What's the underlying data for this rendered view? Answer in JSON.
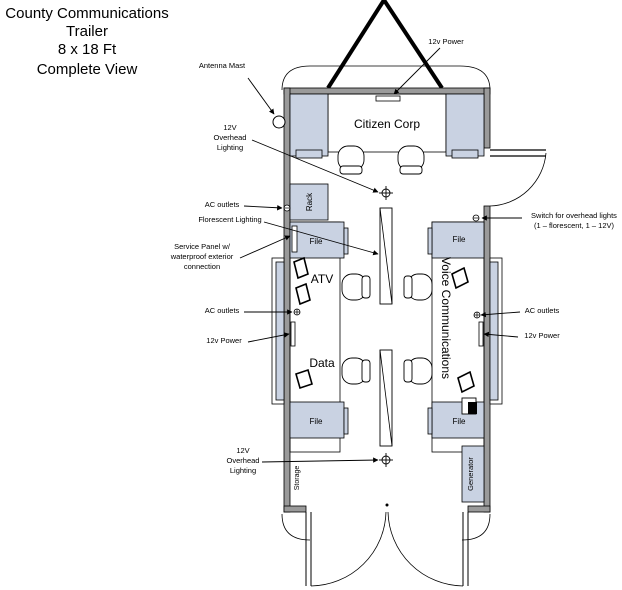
{
  "title": [
    "County Communications",
    "Trailer",
    "8 x 18 Ft",
    "Complete View"
  ],
  "rooms": {
    "citizen_corp": "Citizen Corp",
    "atv": "ATV",
    "data": "Data",
    "voice_communications": "Voice Communications"
  },
  "furniture": {
    "rack": "Rack",
    "file": "File",
    "storage": "Storage",
    "generator": "Generator"
  },
  "callouts": {
    "antenna_mast": "Antenna Mast",
    "power_12v_top": "12v Power",
    "overhead_lighting_top": [
      "12V",
      "Overhead",
      "Lighting"
    ],
    "ac_outlets_upper": "AC outlets",
    "florescent_lighting": "Florescent Lighting",
    "service_panel": [
      "Service Panel w/",
      "waterproof exterior",
      "connection"
    ],
    "ac_outlets_left": "AC outlets",
    "power_12v_left": "12v Power",
    "overhead_lighting_bottom": [
      "12V",
      "Overhead",
      "Lighting"
    ],
    "switch": [
      "Switch for overhead lights",
      "(1 – florescent, 1 – 12V)"
    ],
    "ac_outlets_right": "AC outlets",
    "power_12v_right": "12v Power"
  },
  "colors": {
    "furniture_fill": "#c9d2e2",
    "wall_fill": "#9a9a9a",
    "line": "#000000"
  }
}
